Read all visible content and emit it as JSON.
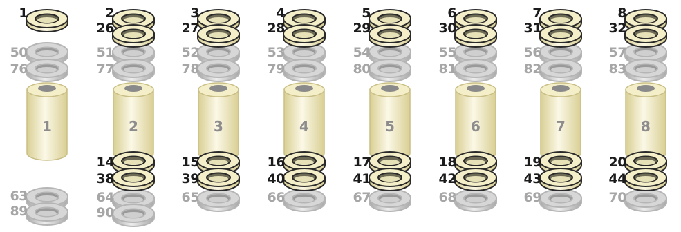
{
  "colors": {
    "cream_fill": "#f4efc9",
    "cream_light": "#fbf8e6",
    "cream_dark": "#d9cf94",
    "grey_fill": "#d7d7d7",
    "grey_light": "#ededed",
    "grey_dark": "#a8a8a8",
    "outline": "#2a2a2a",
    "grey_outline": "#b5b5b5",
    "dark_label": "#1b1b1b",
    "grey_label": "#a6a6a6",
    "cyl_number": "#8c8c8c"
  },
  "columns": [
    {
      "cylinder": "1",
      "top_rings": [
        "1"
      ],
      "upper_grey_rings": [
        "50",
        "76"
      ],
      "bottom_rings": [],
      "lower_grey_rings": [
        "63",
        "89"
      ]
    },
    {
      "cylinder": "2",
      "top_rings": [
        "2",
        "26"
      ],
      "upper_grey_rings": [
        "51",
        "77"
      ],
      "bottom_rings": [
        "14",
        "38"
      ],
      "lower_grey_rings": [
        "64",
        "90"
      ]
    },
    {
      "cylinder": "3",
      "top_rings": [
        "3",
        "27"
      ],
      "upper_grey_rings": [
        "52",
        "78"
      ],
      "bottom_rings": [
        "15",
        "39"
      ],
      "lower_grey_rings": [
        "65"
      ]
    },
    {
      "cylinder": "4",
      "top_rings": [
        "4",
        "28"
      ],
      "upper_grey_rings": [
        "53",
        "79"
      ],
      "bottom_rings": [
        "16",
        "40"
      ],
      "lower_grey_rings": [
        "66"
      ]
    },
    {
      "cylinder": "5",
      "top_rings": [
        "5",
        "29"
      ],
      "upper_grey_rings": [
        "54",
        "80"
      ],
      "bottom_rings": [
        "17",
        "41"
      ],
      "lower_grey_rings": [
        "67"
      ]
    },
    {
      "cylinder": "6",
      "top_rings": [
        "6",
        "30"
      ],
      "upper_grey_rings": [
        "55",
        "81"
      ],
      "bottom_rings": [
        "18",
        "42"
      ],
      "lower_grey_rings": [
        "68"
      ]
    },
    {
      "cylinder": "7",
      "top_rings": [
        "7",
        "31"
      ],
      "upper_grey_rings": [
        "56",
        "82"
      ],
      "bottom_rings": [
        "19",
        "43"
      ],
      "lower_grey_rings": [
        "69"
      ]
    },
    {
      "cylinder": "8",
      "top_rings": [
        "8",
        "32"
      ],
      "upper_grey_rings": [
        "57",
        "83"
      ],
      "bottom_rings": [
        "20",
        "44"
      ],
      "lower_grey_rings": [
        "70"
      ]
    }
  ]
}
